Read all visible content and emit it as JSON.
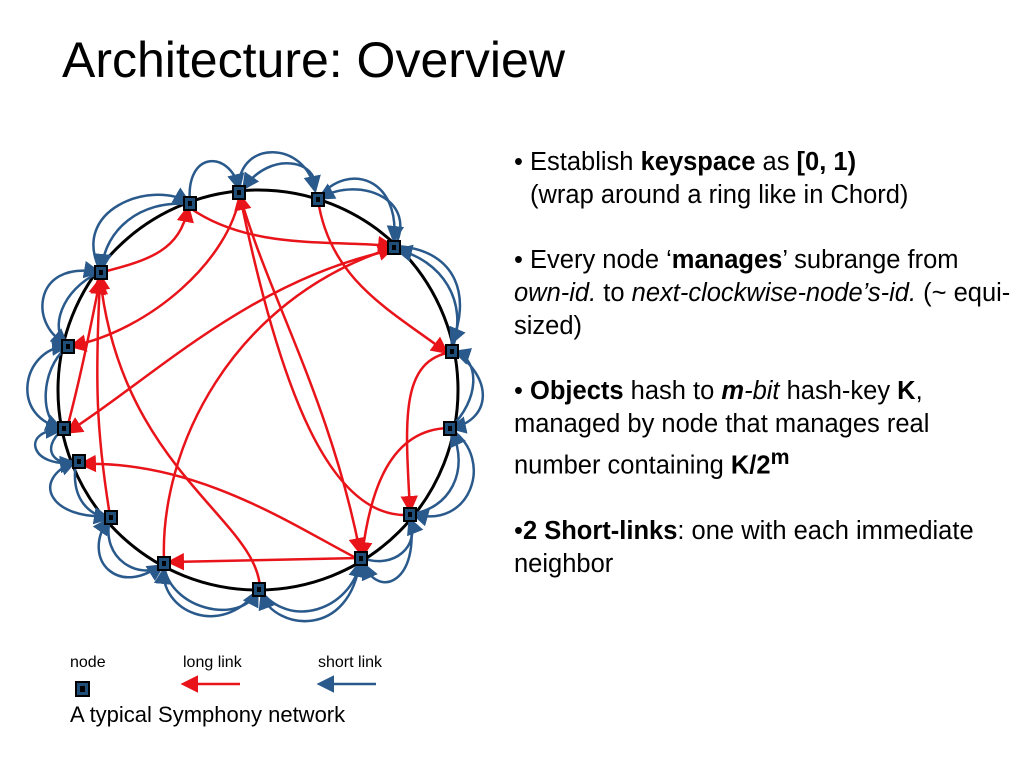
{
  "slide": {
    "title": "Architecture: Overview"
  },
  "legend": {
    "node": "node",
    "long_link": "long link",
    "short_link": "short link"
  },
  "caption": "A typical Symphony network",
  "bullets": [
    {
      "prefix": "• Establish ",
      "keyspace": "keyspace",
      "as": " as ",
      "range": "[0, 1)",
      "line2": "(wrap around a ring like in Chord)"
    },
    {
      "prefix": "• Every node ‘",
      "manages": "manages",
      "mid": "’ subrange from ",
      "own_id": "own-id.",
      "to": " to ",
      "next_id": "next-clockwise-node’s-id.",
      "suffix": " (~ equi-sized)"
    },
    {
      "prefix": "• ",
      "objects": "Objects",
      "hash_to": " hash to ",
      "m": "m",
      "bit": "-bit",
      "hash_key": " hash-key",
      "k": "K",
      "managed": ", managed by node that manages real  number containing ",
      "k2": "K/2",
      "sup": "m"
    },
    {
      "prefix": "•",
      "short_links": "2 Short-links",
      "rest": ": one with each immediate neighbor"
    }
  ],
  "colors": {
    "ring": "#000000",
    "long_link": "#e8141a",
    "short_link": "#2a5a8c",
    "node_fill": "#1f4e79",
    "node_border": "#000000"
  },
  "icons": {
    "node": "square-node-icon",
    "long_link": "red-arrow-icon",
    "short_link": "blue-arrow-icon"
  }
}
